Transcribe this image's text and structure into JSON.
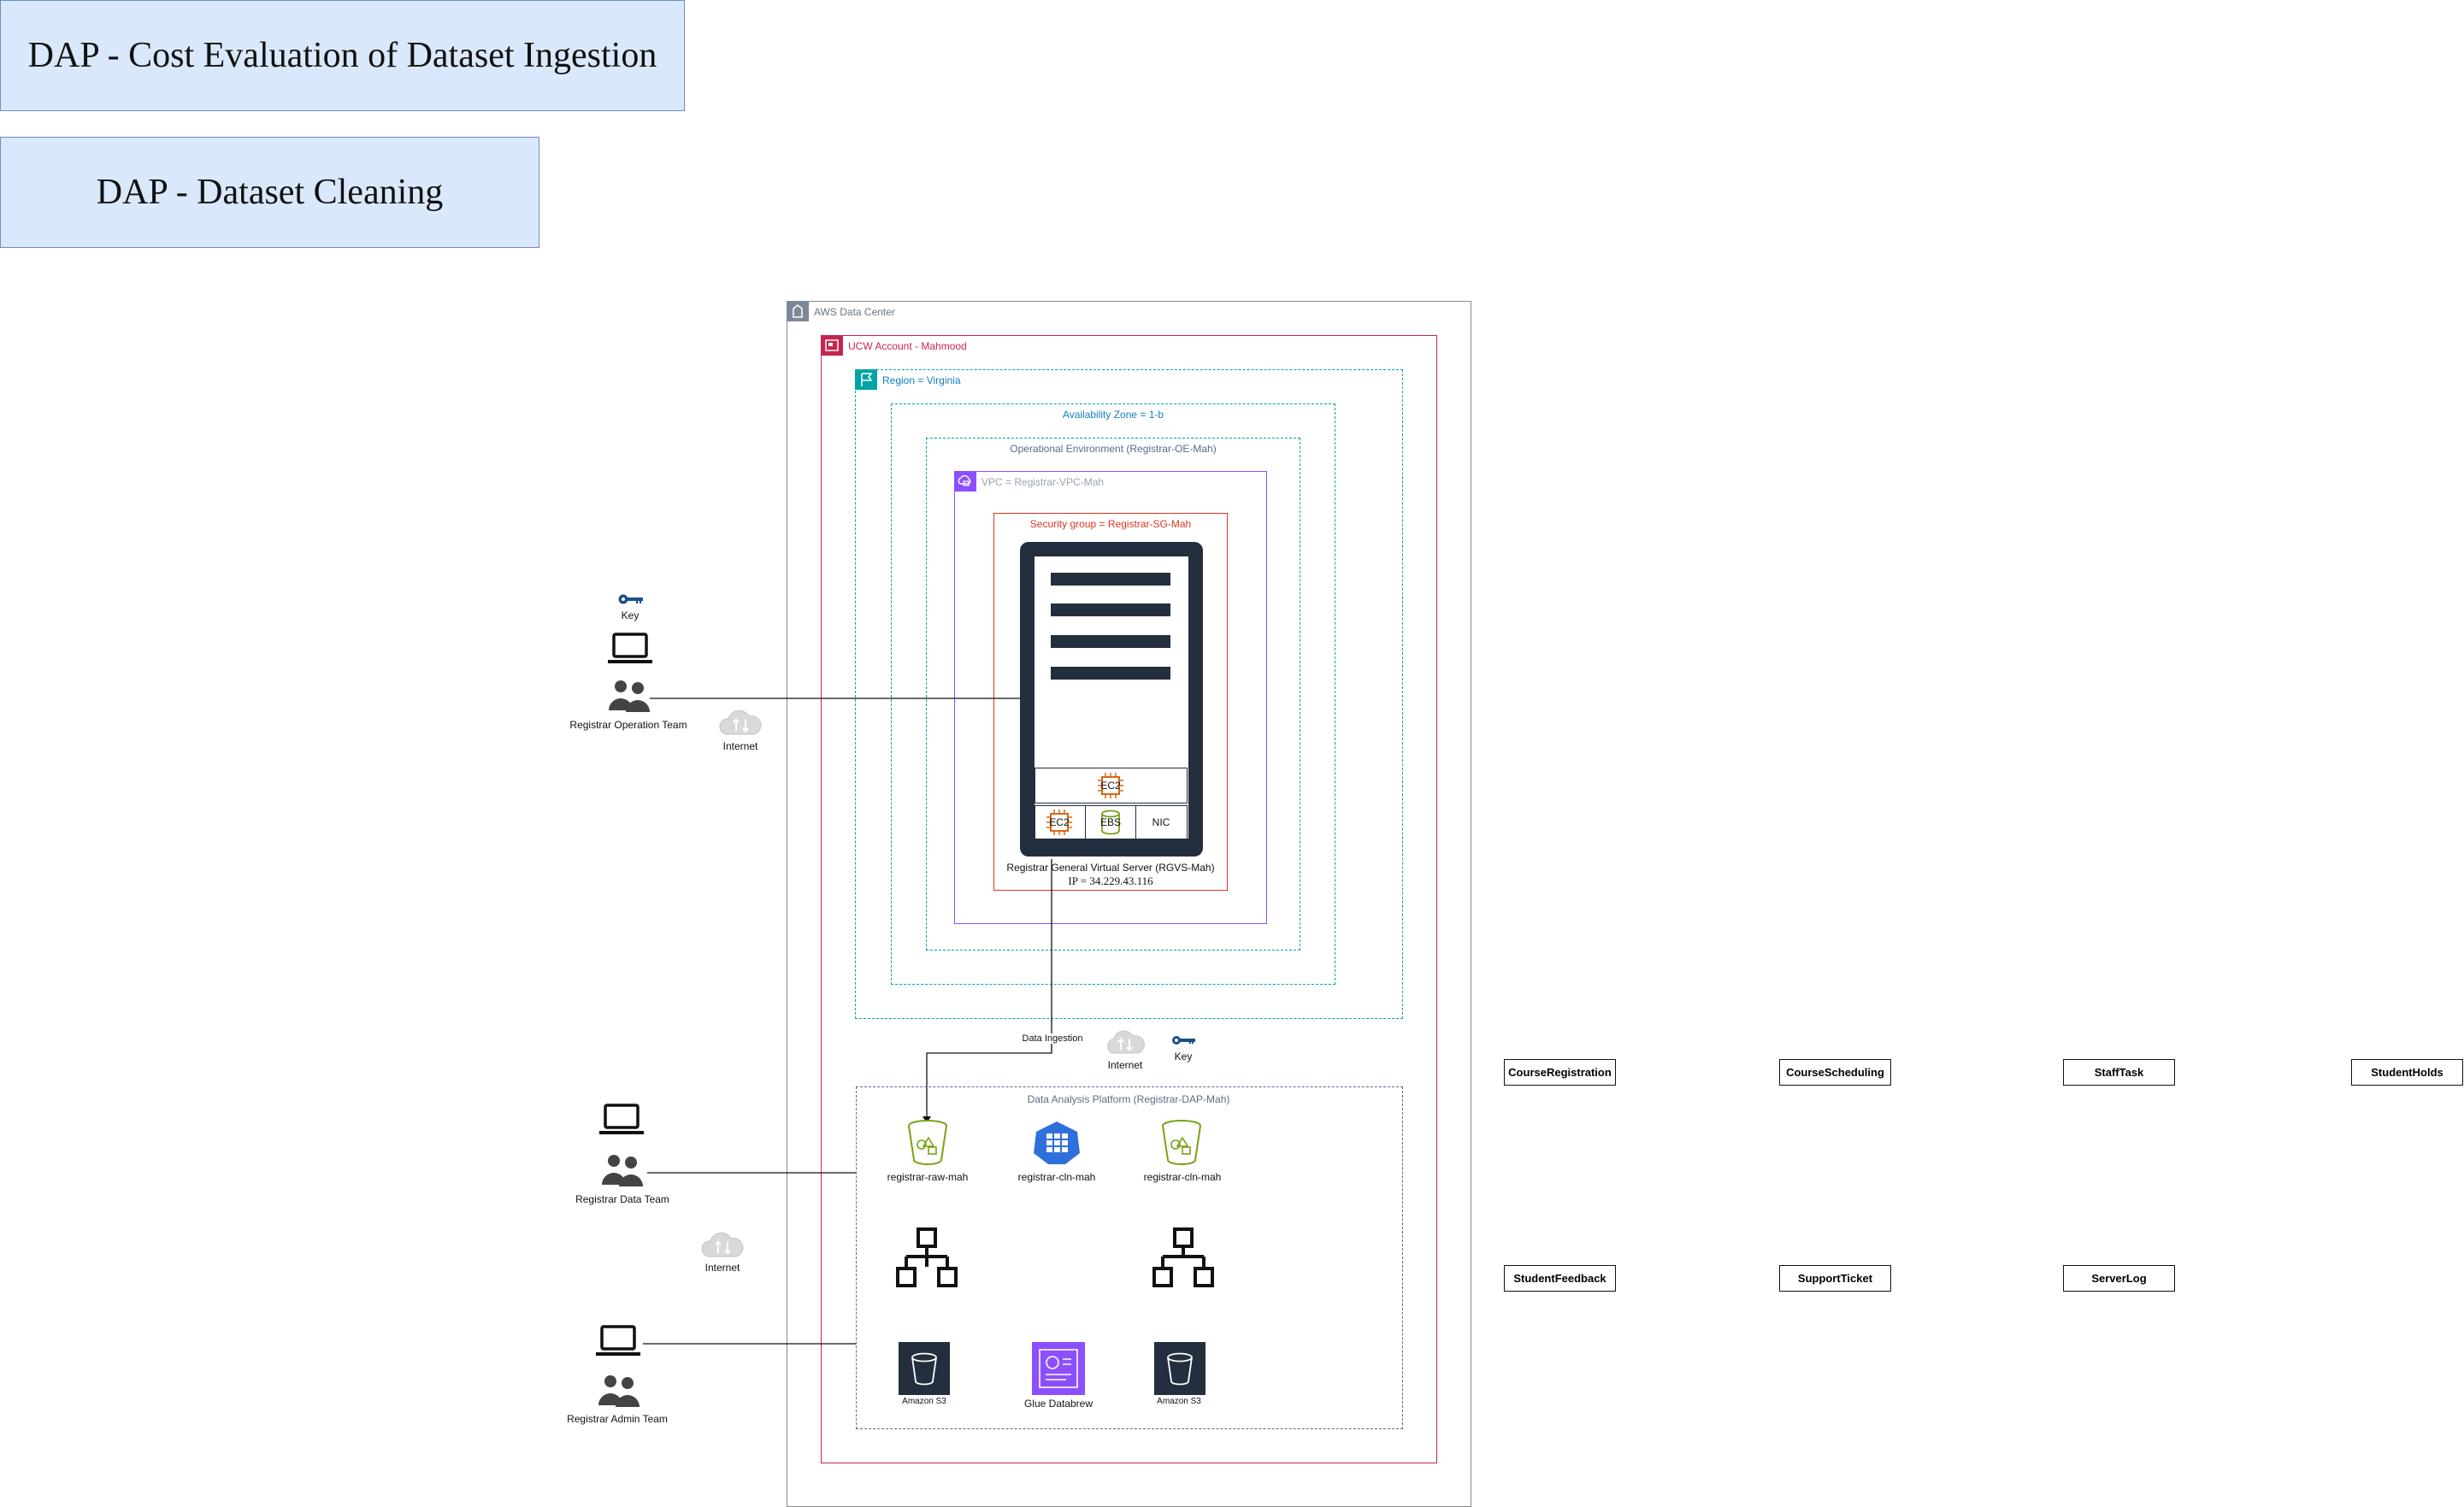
{
  "titles": {
    "cost_evaluation": "DAP - Cost Evaluation of Dataset Ingestion",
    "dataset_cleaning": "DAP - Dataset Cleaning"
  },
  "aws": {
    "data_center": "AWS Data Center",
    "account": "UCW Account - Mahmood",
    "region": "Region = Virginia",
    "availability_zone": "Availability Zone  = 1-b",
    "operational_env": "Operational Environment (Registrar-OE-Mah)",
    "vpc": "VPC = Registrar-VPC-Mah",
    "security_group": "Security group = Registrar-SG-Mah",
    "server_name": "Registrar General Virtual Server (RGVS-Mah)",
    "server_ip": "IP = 34.229.43.116",
    "ec2_top": "EC2",
    "ec2_bottom": "EC2",
    "ebs": "EBS",
    "nic": "NIC",
    "data_ingestion": "Data Ingestion",
    "internet_mid": "Internet",
    "key_mid": "Key",
    "dap": "Data Analysis Platform (Registrar-DAP-Mah)",
    "bucket_raw": "registrar-raw-mah",
    "bucket_cln_1": "registrar-cln-mah",
    "bucket_cln_2": "registrar-cln-mah",
    "s3_left": "Amazon S3",
    "s3_right": "Amazon S3",
    "glue": "Glue Databrew"
  },
  "teams": {
    "key": "Key",
    "operation": "Registrar Operation Team",
    "internet_top": "Internet",
    "data": "Registrar Data Team",
    "internet_bottom": "Internet",
    "admin": "Registrar Admin Team"
  },
  "tables": [
    "CourseRegistration",
    "CourseScheduling",
    "StaffTask",
    "StudentHolds",
    "StudentFeedback",
    "SupportTicket",
    "ServerLog"
  ],
  "colors": {
    "title_fill": "#dae8fc",
    "title_border": "#6c8ebf",
    "account_border": "#c7254e",
    "region_border": "#00a4a6",
    "vpc_border": "#8c4fff",
    "sg_border": "#dd3522",
    "server_dark": "#232f3e",
    "bucket_green": "#7aa116",
    "glue_purple": "#8c4fff",
    "blue_hex": "#2f6fdc",
    "key_blue": "#1a4f8b"
  }
}
